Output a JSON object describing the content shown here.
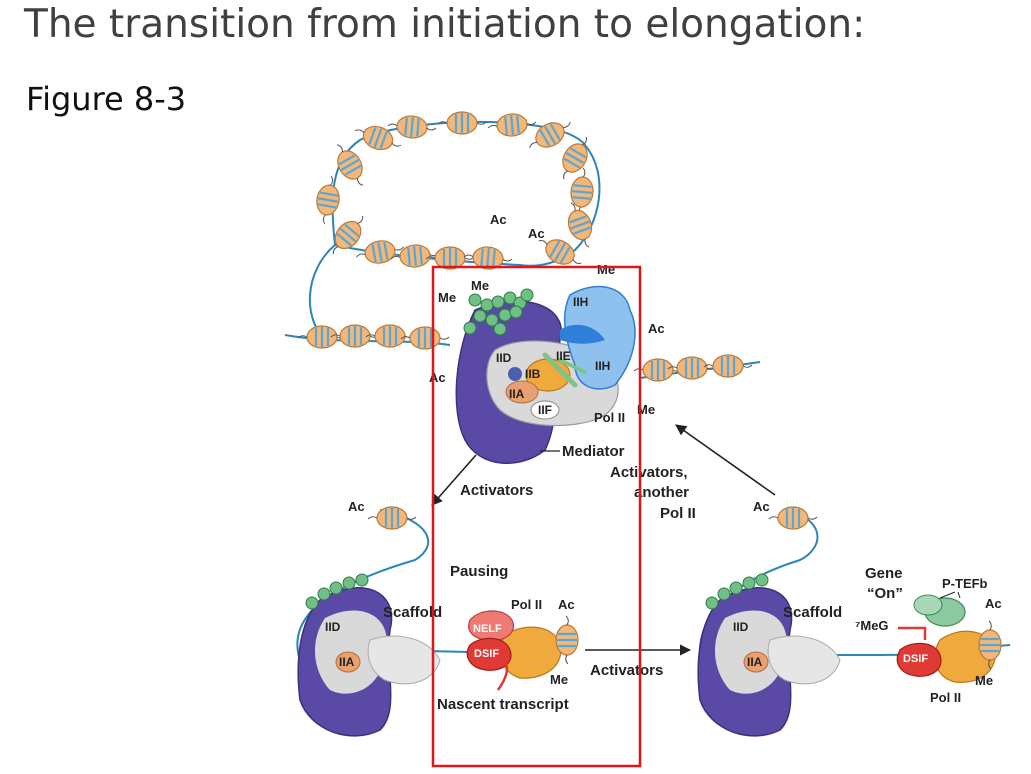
{
  "slide": {
    "title": "The transition from initiation to elongation:",
    "figure_label": "Figure 8-3"
  },
  "colors": {
    "dna": "#2a86b8",
    "nucleosome": "#f2b779",
    "nucleosome_stripe": "#5aa7d6",
    "mediator": "#5a4aa6",
    "pol2_body": "#d9d9d9",
    "iih": "#2f7ed8",
    "dsif": "#e03a35",
    "nelf": "#f07a73",
    "ptefb": "#8cc9a0",
    "highlight_box": "#e0161c"
  },
  "labels": {
    "ac": "Ac",
    "me": "Me",
    "iid": "IID",
    "iib": "IIB",
    "iia": "IIA",
    "iie": "IIE",
    "iif": "IIF",
    "iih": "IIH",
    "pol2": "Pol II",
    "mediator": "Mediator",
    "activators": "Activators",
    "activators_another_1": "Activators,",
    "activators_another_2": "another",
    "activators_another_3": "Pol II",
    "pausing": "Pausing",
    "scaffold": "Scaffold",
    "nelf": "NELF",
    "dsif": "DSIF",
    "nascent_transcript": "Nascent transcript",
    "gene_on_1": "Gene",
    "gene_on_2": "“On”",
    "ptefb": "P-TEFb",
    "meg": "⁷MeG"
  }
}
